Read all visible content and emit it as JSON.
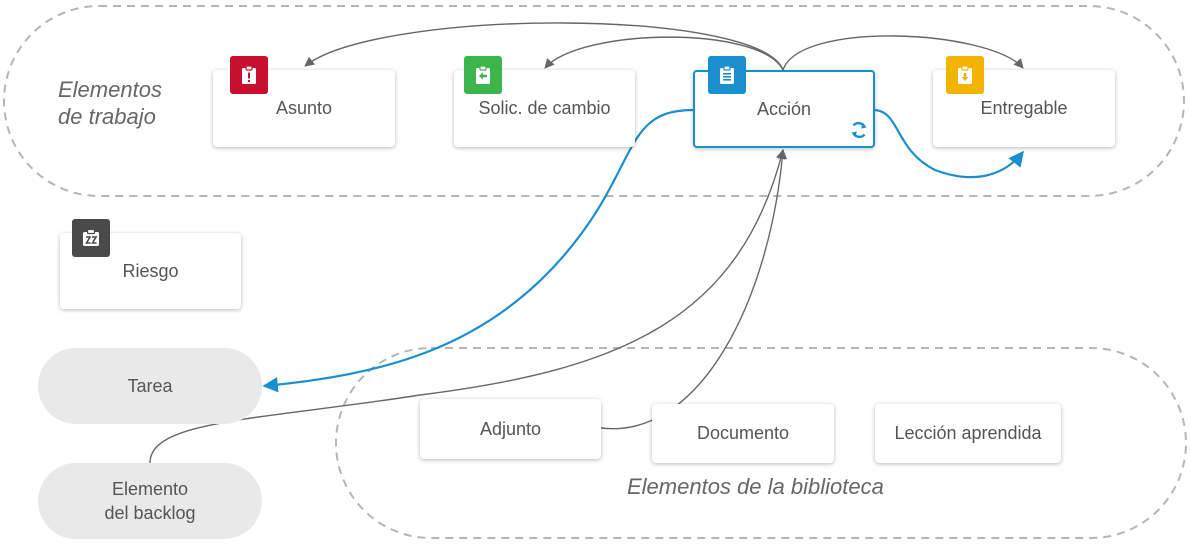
{
  "groups": {
    "work_items_label": [
      "Elementos",
      "de trabajo"
    ],
    "library_label": "Elementos de la biblioteca"
  },
  "cards": {
    "asunto": "Asunto",
    "solic_cambio": "Solic. de cambio",
    "accion": "Acción",
    "entregable": "Entregable",
    "riesgo": "Riesgo",
    "adjunto": "Adjunto",
    "documento": "Documento",
    "leccion": "Lección aprendida"
  },
  "pills": {
    "tarea": "Tarea",
    "backlog": [
      "Elemento",
      "del backlog"
    ]
  },
  "colors": {
    "asunto_badge": "#c8102e",
    "solic_badge": "#3cb54a",
    "accion_badge": "#1a8fcf",
    "entregable_badge": "#f2b400",
    "riesgo_badge": "#4a4a4a",
    "accent_arrow": "#1a8fcf",
    "gray_arrow": "#666666",
    "dashed_border": "#b5b5b5"
  },
  "icons": {
    "asunto": "clipboard-alert-icon",
    "solic_cambio": "clipboard-arrow-left-icon",
    "accion": "clipboard-list-icon",
    "entregable": "clipboard-arrow-down-icon",
    "riesgo": "clipboard-zz-icon",
    "accion_status": "refresh-icon"
  }
}
